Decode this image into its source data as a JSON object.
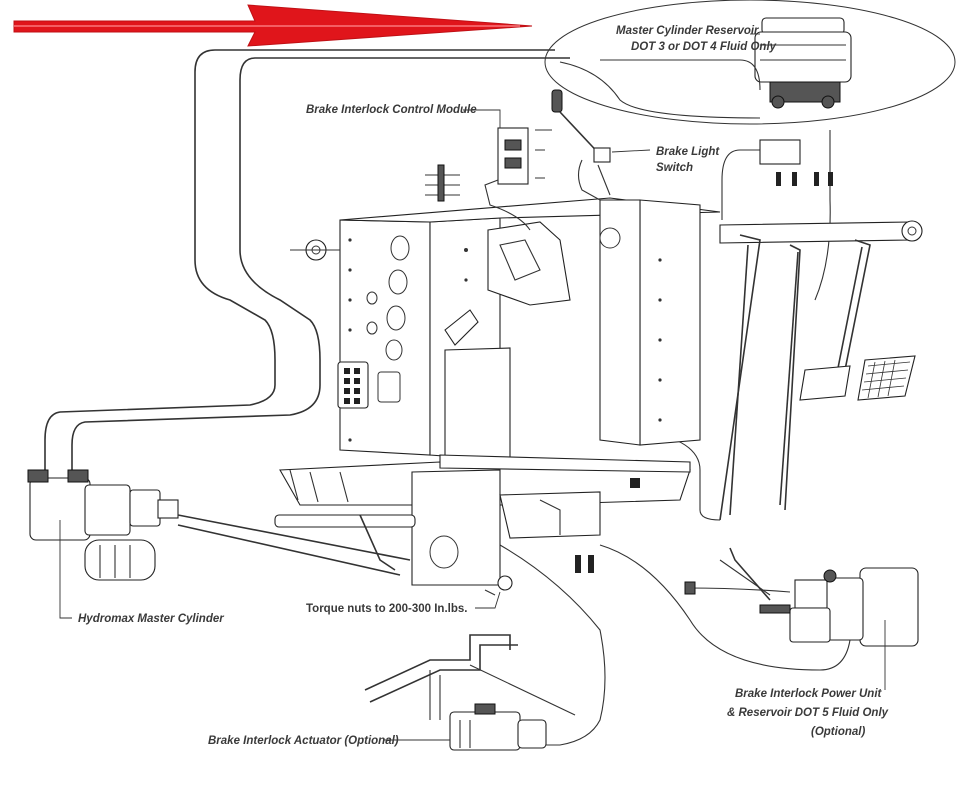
{
  "labels": {
    "reservoir_line1": "Master Cylinder Reservoir",
    "reservoir_line2": "DOT 3 or DOT 4 Fluid Only",
    "control_module": "Brake Interlock Control Module",
    "brake_light_line1": "Brake Light",
    "brake_light_line2": "Switch",
    "hydromax": "Hydromax Master Cylinder",
    "torque_nuts": "Torque nuts to 200-300 In.lbs.",
    "power_unit_line1": "Brake Interlock Power Unit",
    "power_unit_line2": "& Reservoir DOT 5 Fluid Only",
    "power_unit_line3": "(Optional)",
    "actuator": "Brake Interlock Actuator (Optional)"
  },
  "colors": {
    "arrow": "#e0151b",
    "line": "#333333",
    "label": "#3a3a3a"
  }
}
